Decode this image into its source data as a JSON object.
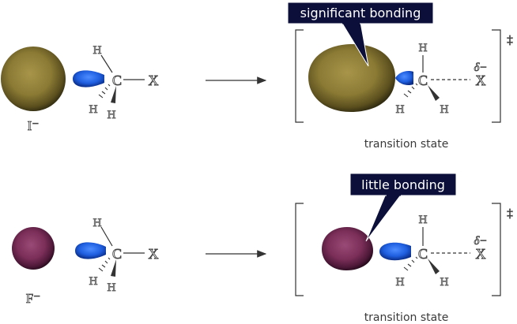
{
  "callouts": {
    "top": "significant bonding",
    "bottom": "little bonding"
  },
  "atoms": {
    "carbon": "C",
    "hydrogen": "H",
    "leaving_group": "X",
    "partial_charge": "δ−",
    "double_dagger": "‡"
  },
  "nucleophiles": {
    "iodide": "I⁻",
    "fluoride": "F⁻"
  },
  "captions": {
    "transition_state": "transition state"
  },
  "colors": {
    "iodide_orbital": "#8a7a34",
    "fluoride_orbital": "#7a2e58",
    "carbon_orbital": "#1f5fe0",
    "callout_background": "#0b0f3a"
  }
}
